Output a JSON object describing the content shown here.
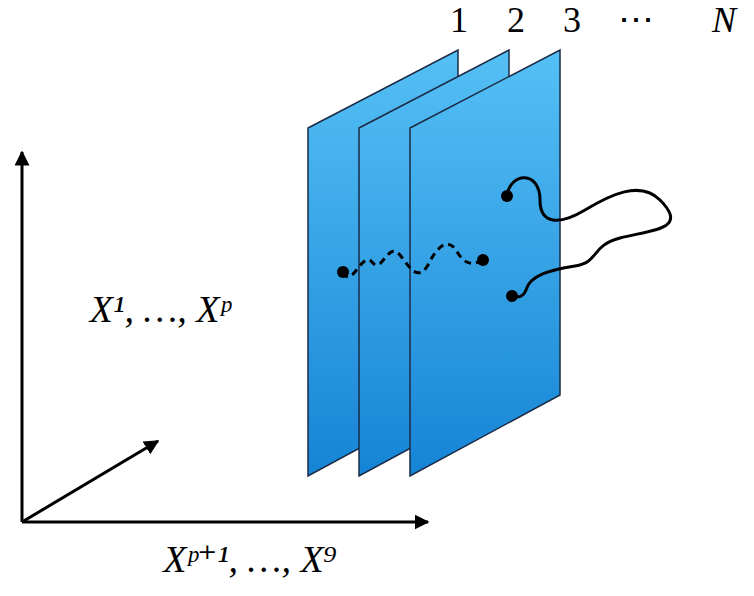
{
  "diagram": {
    "labels": [
      "1",
      "2",
      "3",
      "⋯",
      "N",
      "X¹, …, Xᵖ",
      "Xᵖ⁺¹, …, X⁹"
    ]
  }
}
